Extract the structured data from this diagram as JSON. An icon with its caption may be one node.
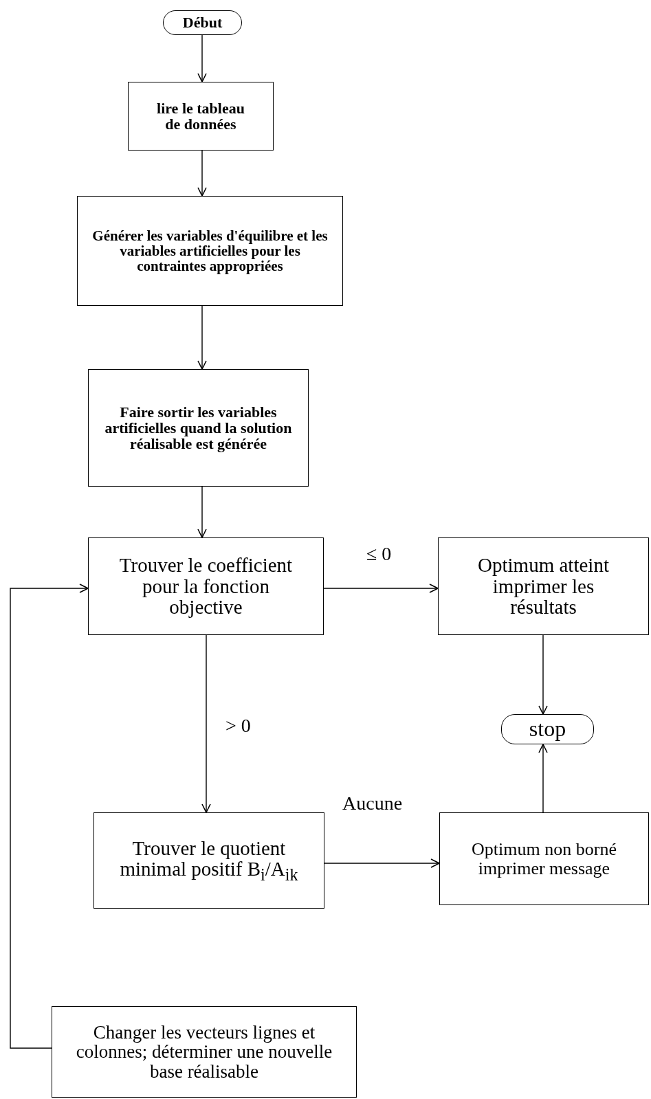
{
  "diagram": {
    "nodes": [
      {
        "text": [
          "Début"
        ]
      },
      {
        "text": [
          "lire le tableau de données"
        ]
      },
      {
        "text": [
          "Générer les variables d'équilibre et les variables artificielles pour les contraintes appropriées"
        ]
      },
      {
        "text": [
          "Faire sortir les variables artificielles quand la solution réalisable est générée"
        ]
      },
      {
        "text": [
          "Trouver le coefficient pour la fonction objective"
        ]
      },
      {
        "text": [
          "Optimum atteint imprimer les résultats"
        ]
      },
      {
        "text": [
          "stop"
        ]
      },
      {
        "text": [
          "Trouver le quotient minimal positif B$_{i}$/A$_{ik}$"
        ]
      },
      {
        "text": [
          "Optimum non borné imprimer message"
        ]
      },
      {
        "text": [
          "Changer les vecteurs lignes et colonnes; déterminer une nouvelle base réalisable"
        ]
      }
    ],
    "edges": [
      {
        "from": 0,
        "to": 1,
        "arrow": "to"
      },
      {
        "from": 1,
        "to": 2,
        "arrow": "to"
      },
      {
        "from": 2,
        "to": 3,
        "arrow": "to"
      },
      {
        "from": 3,
        "to": 4,
        "arrow": "to"
      },
      {
        "from": 4,
        "to": 5,
        "arrow": "to",
        "label": "≤ 0"
      },
      {
        "from": 5,
        "to": 6,
        "arrow": "to"
      },
      {
        "from": 4,
        "to": 7,
        "arrow": "to",
        "label": "> 0"
      },
      {
        "from": 7,
        "to": 8,
        "arrow": "to",
        "label": "Aucune"
      },
      {
        "from": 8,
        "to": 6,
        "arrow": "to"
      },
      {
        "from": 9,
        "to": 4,
        "arrow": "to"
      }
    ]
  }
}
